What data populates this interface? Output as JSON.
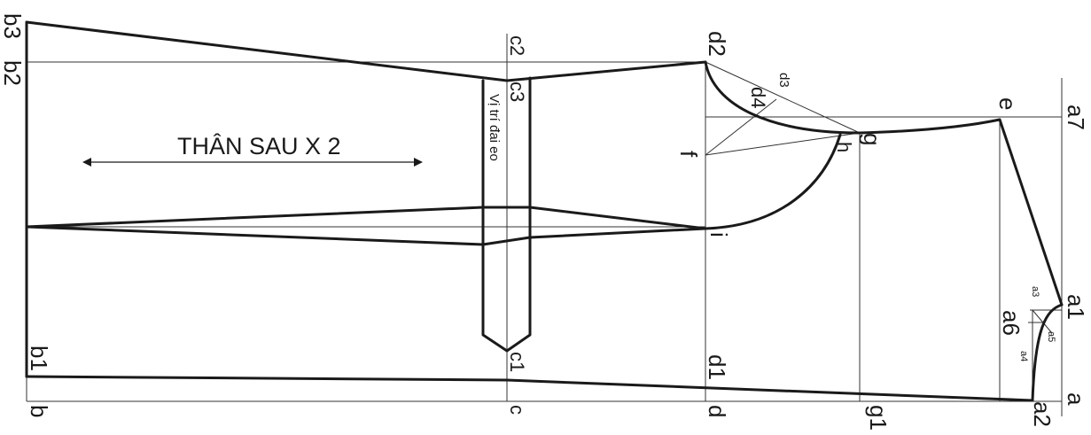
{
  "diagram": {
    "title": "THÂN SAU X 2",
    "waist_note": "Vị trí đai eo",
    "labels": {
      "b3": "b3",
      "b2": "b2",
      "b1": "b1",
      "b": "b",
      "c2": "c2",
      "c3": "c3",
      "c1": "c1",
      "c": "c",
      "d2": "d2",
      "d3": "d3",
      "d4": "d4",
      "d1": "d1",
      "d": "d",
      "e": "e",
      "f": "f",
      "g": "g",
      "h": "h",
      "i": "i",
      "g1": "g1",
      "a7": "a7",
      "a1": "a1",
      "a6": "a6",
      "a": "a",
      "a2": "a2",
      "a3": "a3",
      "a4": "a4",
      "a5": "a5"
    },
    "colors": {
      "line": "#1a1a1a",
      "guide": "#333333",
      "background": "#ffffff"
    }
  }
}
